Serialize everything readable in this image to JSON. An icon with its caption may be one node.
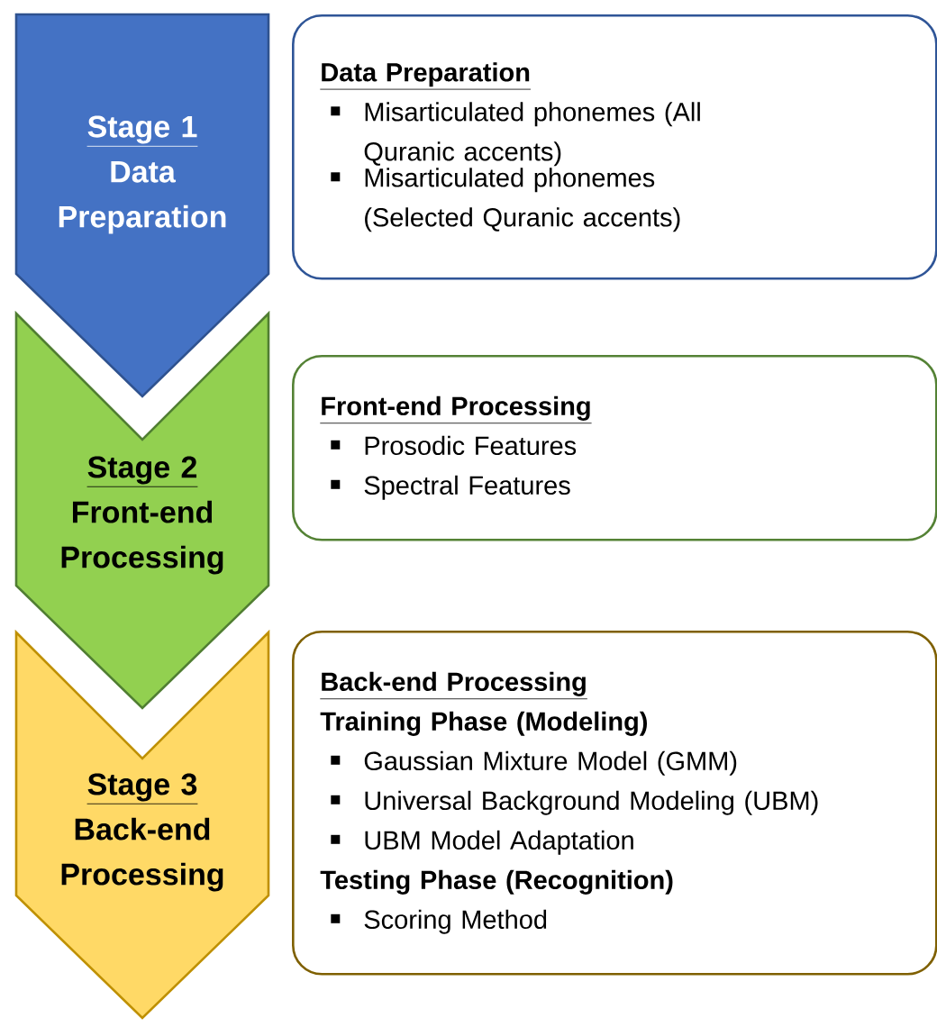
{
  "diagram": {
    "nodes": [
      {
        "text": [
          "Stage 1",
          "Data Preparation"
        ]
      },
      {
        "text": [
          "Data Preparation",
          "Misarticulated phonemes (All Quranic accents)",
          "Misarticulated phonemes (Selected Quranic accents)"
        ]
      },
      {
        "text": [
          "Stage 2",
          "Front-end Processing"
        ]
      },
      {
        "text": [
          "Front-end Processing",
          "Prosodic Features",
          "Spectral Features"
        ]
      },
      {
        "text": [
          "Stage 3",
          "Back-end Processing"
        ]
      },
      {
        "text": [
          "Back-end Processing",
          "Training Phase (Modeling)",
          "Gaussian Mixture Model (GMM)",
          "Universal Background Modeling (UBM)",
          "UBM Model Adaptation",
          "Testing Phase (Recognition)",
          "Scoring Method"
        ]
      }
    ]
  }
}
